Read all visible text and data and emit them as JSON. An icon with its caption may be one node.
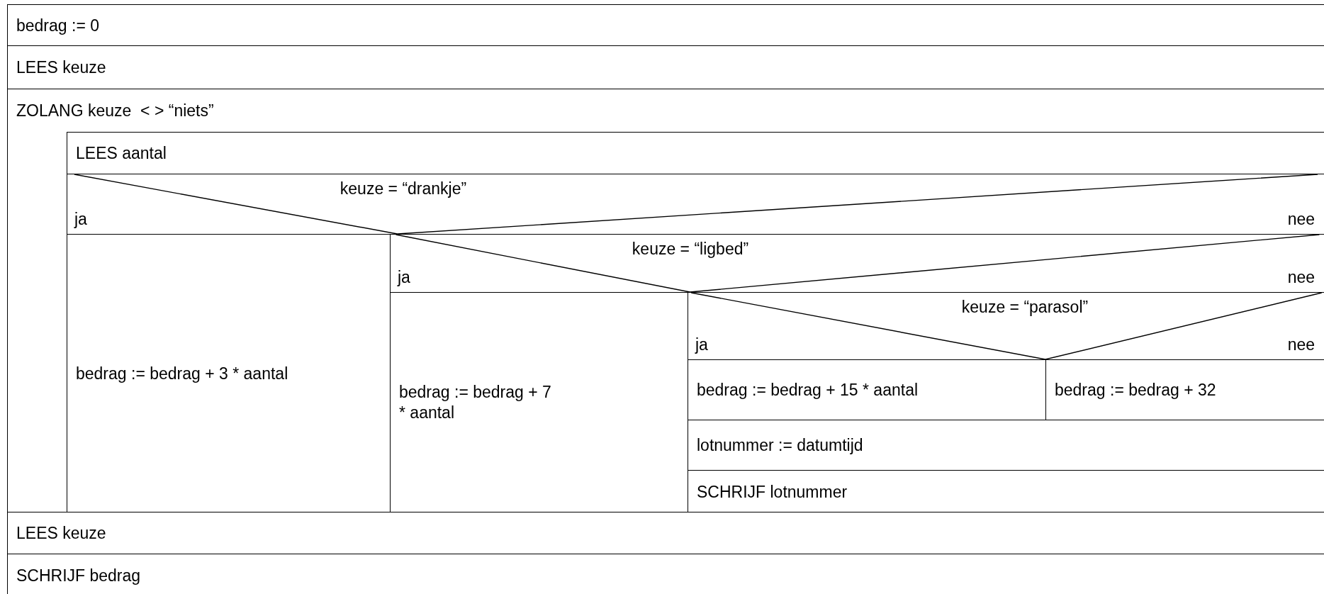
{
  "diagram": {
    "nodes": [
      {
        "text": [
          "bedrag := 0"
        ]
      },
      {
        "text": [
          "LEES keuze"
        ]
      },
      {
        "text": [
          "ZOLANG keuze  < > “niets”"
        ]
      },
      {
        "text": [
          "LEES aantal"
        ],
        "in": 2
      },
      {
        "text": [
          "keuze = “drankje”",
          "ja",
          "nee"
        ],
        "in": 2
      },
      {
        "text": [
          "bedrag := bedrag + 3 * aantal"
        ],
        "in": 2
      },
      {
        "text": [
          "keuze = “ligbed”",
          "ja",
          "nee"
        ],
        "in": 2
      },
      {
        "text": [
          "bedrag := bedrag + 7 * aantal"
        ],
        "in": 2
      },
      {
        "text": [
          "keuze = “parasol”",
          "ja",
          "nee"
        ],
        "in": 2
      },
      {
        "text": [
          "bedrag := bedrag + 15 * aantal"
        ],
        "in": 2
      },
      {
        "text": [
          "bedrag := bedrag + 32"
        ],
        "in": 2
      },
      {
        "text": [
          "lotnummer := datumtijd"
        ],
        "in": 2
      },
      {
        "text": [
          "SCHRIJF lotnummer"
        ],
        "in": 2
      },
      {
        "text": [
          "LEES keuze"
        ]
      },
      {
        "text": [
          "SCHRIJF bedrag"
        ]
      }
    ]
  }
}
